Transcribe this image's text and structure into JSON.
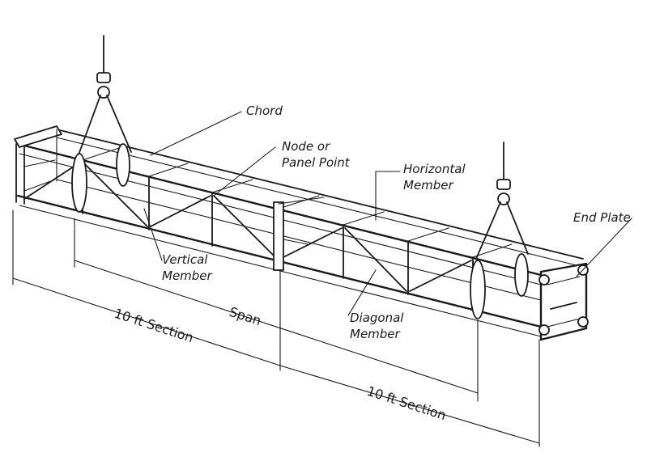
{
  "labels": {
    "chord": "Chord",
    "node_line1": "Node or",
    "node_line2": "Panel Point",
    "horizontal_line1": "Horizontal",
    "horizontal_line2": "Member",
    "end_plate": "End Plate",
    "vertical_line1": "Vertical",
    "vertical_line2": "Member",
    "diagonal_line1": "Diagonal",
    "diagonal_line2": "Member"
  },
  "dimensions": {
    "span": "Span",
    "section_left": "10 ft Section",
    "section_right": "10 ft Section"
  },
  "colors": {
    "ink": "#1a1a1a",
    "background": "#ffffff"
  }
}
